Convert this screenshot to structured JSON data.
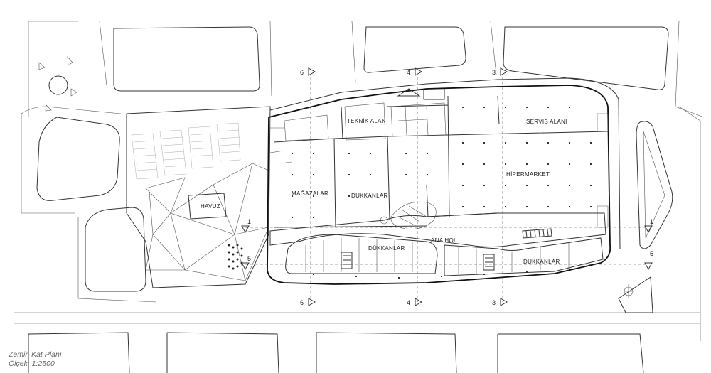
{
  "caption": {
    "title": "Zemin Kat Planı",
    "scale": "Ölçek: 1:2500"
  },
  "rooms": {
    "teknik_alan": "TEKNİK ALAN",
    "servis_alani": "SERVİS ALANI",
    "hipermarket": "HİPERMARKET",
    "magazalar": "MAĞAZALAR",
    "dukkanlar_north": "DÜKKANLAR",
    "havuz": "HAVUZ",
    "ana_hol": "ANA HOL",
    "dukkanlar_south_west": "DÜKKANLAR",
    "dukkanlar_south_east": "DÜKKANLAR"
  },
  "section_markers": {
    "s6": "6",
    "s4": "4",
    "s3": "3",
    "s1": "1",
    "s5": "5"
  }
}
